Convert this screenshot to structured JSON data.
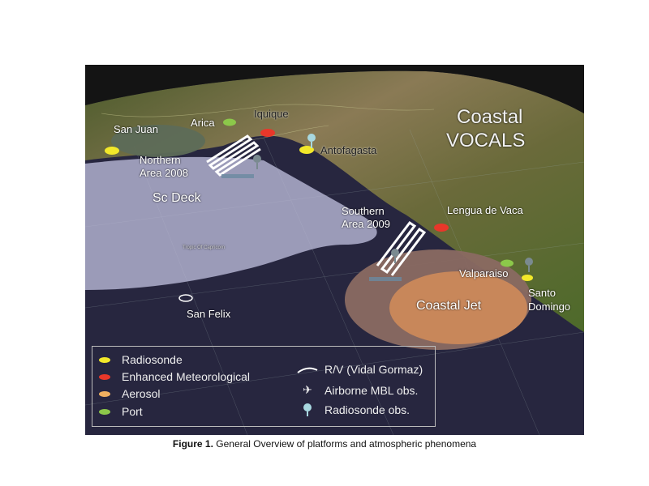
{
  "title": {
    "line1": "Coastal",
    "line2": "VOCALS"
  },
  "places": {
    "san_juan": "San Juan",
    "arica": "Arica",
    "iquique": "Iquique",
    "antofagasta": "Antofagasta",
    "lengua_de_vaca": "Lengua de Vaca",
    "valparaiso": "Valparaiso",
    "santo_domingo_1": "Santo",
    "santo_domingo_2": "Domingo",
    "san_felix": "San Felix",
    "tropic": "Tropic Of Capricorn"
  },
  "regions": {
    "northern_1": "Northern",
    "northern_2": "Area 2008",
    "sc_deck": "Sc Deck",
    "southern_1": "Southern",
    "southern_2": "Area 2009",
    "coastal_jet": "Coastal Jet"
  },
  "legend": {
    "items": [
      {
        "label": "Radiosonde",
        "color": "#f2e82a"
      },
      {
        "label": "Enhanced Meteorological",
        "color": "#e8372a"
      },
      {
        "label": "Aerosol",
        "color": "#f0b060"
      },
      {
        "label": "Port",
        "color": "#8cc84a"
      }
    ],
    "symbols": [
      {
        "label": "R/V (Vidal Gormaz)",
        "icon": "ship-track-icon"
      },
      {
        "label": "Airborne MBL obs.",
        "icon": "airplane-icon"
      },
      {
        "label": "Radiosonde obs.",
        "icon": "balloon-icon"
      }
    ]
  },
  "caption": {
    "label": "Figure 1.",
    "text": " General Overview of platforms and atmospheric phenomena"
  }
}
